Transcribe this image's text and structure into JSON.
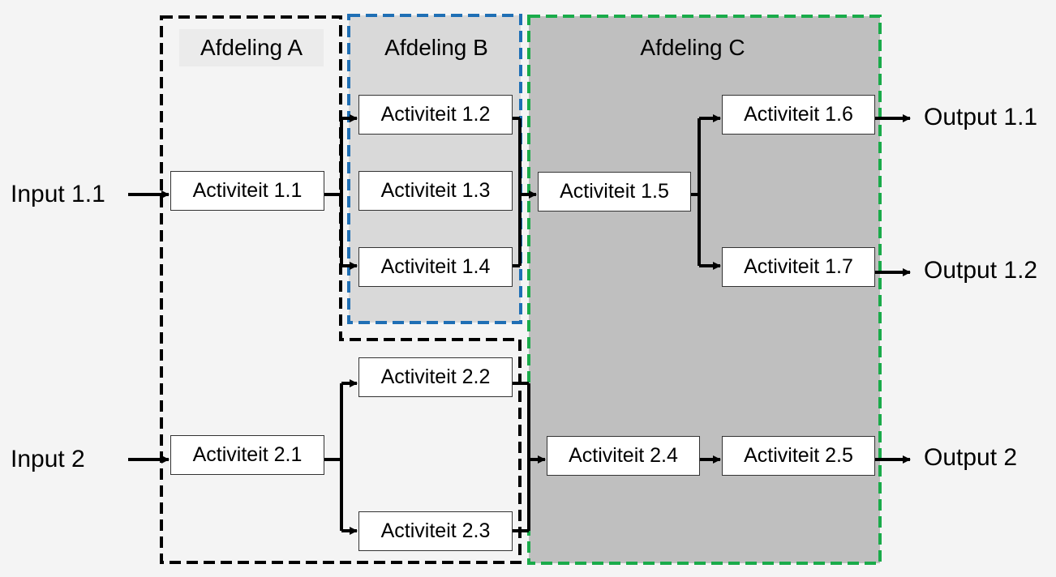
{
  "departments": {
    "a": "Afdeling A",
    "b": "Afdeling B",
    "c": "Afdeling C"
  },
  "inputs": {
    "in_1_1": "Input 1.1",
    "in_2": "Input 2"
  },
  "outputs": {
    "out_1_1": "Output 1.1",
    "out_1_2": "Output 1.2",
    "out_2": "Output 2"
  },
  "activities": {
    "a1_1": "Activiteit 1.1",
    "a1_2": "Activiteit 1.2",
    "a1_3": "Activiteit 1.3",
    "a1_4": "Activiteit 1.4",
    "a1_5": "Activiteit 1.5",
    "a1_6": "Activiteit 1.6",
    "a1_7": "Activiteit 1.7",
    "a2_1": "Activiteit 2.1",
    "a2_2": "Activiteit 2.2",
    "a2_3": "Activiteit 2.3",
    "a2_4": "Activiteit 2.4",
    "a2_5": "Activiteit 2.5"
  },
  "colors": {
    "background": "#f4f4f4",
    "afdeling_a_border": "#000000",
    "afdeling_b_border": "#1f6fb5",
    "afdeling_b_fill": "#d9d9d9",
    "afdeling_c_border": "#1aab4a",
    "afdeling_c_fill": "#bfbfbf"
  }
}
